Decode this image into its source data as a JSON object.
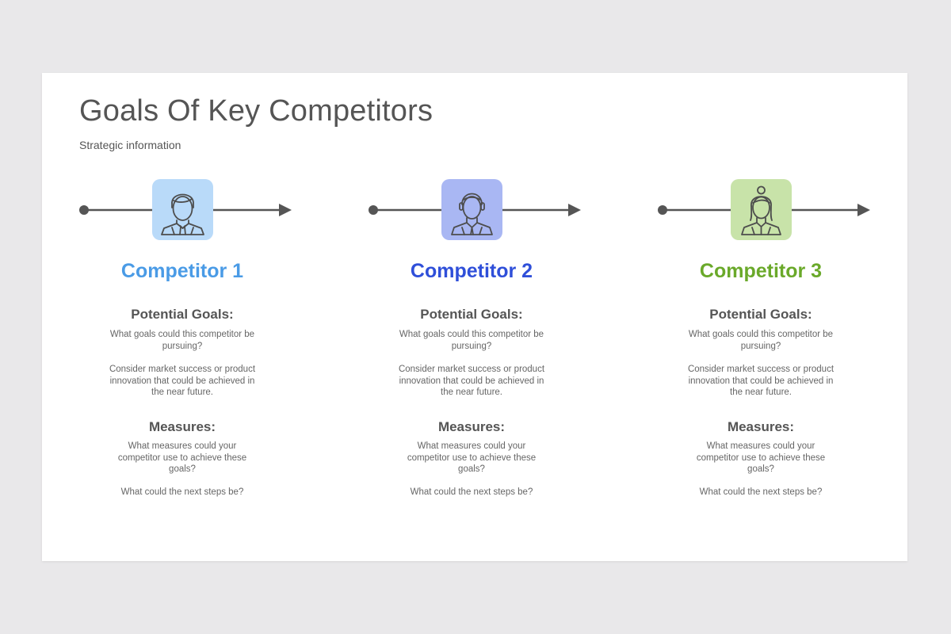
{
  "slide": {
    "title": "Goals Of Key Competitors",
    "subtitle": "Strategic  information"
  },
  "competitors": [
    {
      "name": "Competitor 1",
      "color": "#4a9be6",
      "box_color": "#b9daf9",
      "icon": "businessman-tie-icon",
      "goals_heading": "Potential Goals:",
      "goals_question": "What goals could this competitor be pursuing?",
      "goals_text": "Consider market success or product innovation that could be achieved in the near future.",
      "measures_heading": "Measures:",
      "measures_question": "What measures could your competitor use to achieve these goals?",
      "measures_text": "What could the next steps be?"
    },
    {
      "name": "Competitor 2",
      "color": "#2f4fd9",
      "box_color": "#a9b7f3",
      "icon": "businessman-headset-icon",
      "goals_heading": "Potential Goals:",
      "goals_question": "What goals could this competitor be pursuing?",
      "goals_text": "Consider market success or product innovation that could be achieved in the near future.",
      "measures_heading": "Measures:",
      "measures_question": "What measures could your competitor use to achieve these goals?",
      "measures_text": "What could the next steps be?"
    },
    {
      "name": "Competitor 3",
      "color": "#6aa92a",
      "box_color": "#c8e3a9",
      "icon": "businesswoman-icon",
      "goals_heading": "Potential Goals:",
      "goals_question": "What goals could this competitor be pursuing?",
      "goals_text": "Consider market success or product innovation that could be achieved in the near future.",
      "measures_heading": "Measures:",
      "measures_question": "What measures could your competitor use to achieve these goals?",
      "measures_text": "What could the next steps be?"
    }
  ],
  "colors": {
    "background": "#e9e8ea",
    "slide": "#ffffff",
    "text_dark": "#555555",
    "line": "#555555"
  }
}
